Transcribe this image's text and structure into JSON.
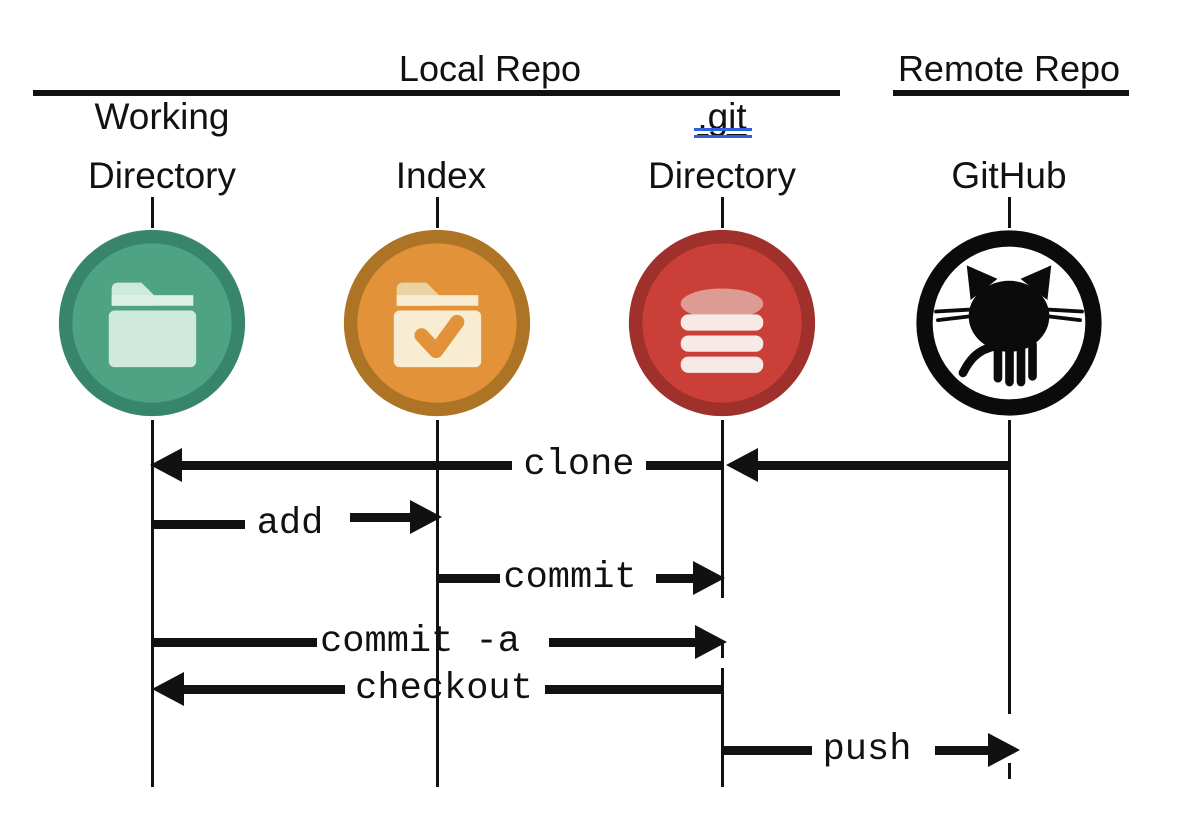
{
  "diagram": {
    "title": "Git workflow sequence diagram",
    "groups": [
      {
        "label": "Local Repo"
      },
      {
        "label": "Remote Repo"
      }
    ],
    "columns": [
      {
        "name": "Working Directory",
        "label_line1": "Working",
        "label_line2": "Directory",
        "icon": "folder-icon",
        "ring_color": "#37856B",
        "circle_color": "#4FA385",
        "glyph_color": "#CFEADD"
      },
      {
        "name": "Index",
        "label_line1": "",
        "label_line2": "Index",
        "icon": "folder-check-icon",
        "ring_color": "#AD7426",
        "circle_color": "#E29238",
        "glyph_color": "#F8EDD3"
      },
      {
        "name": ".git Directory",
        "label_line1": ".git",
        "label_line2": "Directory",
        "icon": "database-icon",
        "ring_color": "#9F302C",
        "circle_color": "#CA4038",
        "glyph_color": "#F7E9E6"
      },
      {
        "name": "GitHub",
        "label_line1": "",
        "label_line2": "GitHub",
        "icon": "octocat-icon",
        "ring_color": "#0B0B0B",
        "circle_color": "#FFFFFF",
        "glyph_color": "#0B0B0B"
      }
    ],
    "commands": [
      {
        "label": "clone",
        "from": "GitHub",
        "to": "Working Directory"
      },
      {
        "label": "add",
        "from": "Working Directory",
        "to": "Index"
      },
      {
        "label": "commit",
        "from": "Index",
        "to": ".git Directory"
      },
      {
        "label": "commit -a",
        "from": "Working Directory",
        "to": ".git Directory"
      },
      {
        "label": "checkout",
        "from": ".git Directory",
        "to": "Working Directory"
      },
      {
        "label": "push",
        "from": ".git Directory",
        "to": "GitHub"
      }
    ],
    "colors": {
      "line": "#111111",
      "git_label_link_underline": "#2F62D8"
    }
  }
}
